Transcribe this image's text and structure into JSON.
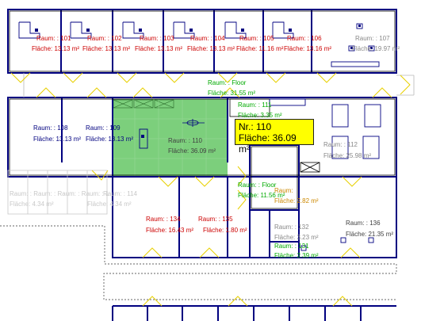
{
  "colors": {
    "wall": "#000080",
    "selected_fill": "#7ccf7c",
    "tooltip_bg": "#ffff00",
    "room_red": "#cc0000",
    "room_blue": "#000080",
    "room_green": "#00aa00",
    "room_orange": "#cc8800",
    "door_yellow": "#e8d000"
  },
  "rooms": {
    "r101": {
      "name": "Raum: : 101",
      "area": "Fläche: 13.13 m²"
    },
    "r102": {
      "name": "Raum: : 102",
      "area": "Fläche: 13.13 m²"
    },
    "r103": {
      "name": "Raum: : 103",
      "area": "Fläche: 13.13 m²"
    },
    "r104": {
      "name": "Raum: : 104",
      "area": "Fläche: 13.13 m²"
    },
    "r105": {
      "name": "Raum: : 105",
      "area": "Fläche: 11.16 m²"
    },
    "r106": {
      "name": "Raum: : 106",
      "area": "Fläche: 13.16 m²"
    },
    "r107": {
      "name": "Raum: : 107",
      "area": "Fläche: 19.97 m²"
    },
    "floor_top": {
      "name": "Raum: : Floor",
      "area": "Fläche: 31.55 m²"
    },
    "r108": {
      "name": "Raum: : 108",
      "area": "Fläche: 13.13 m²"
    },
    "r109": {
      "name": "Raum: : 109",
      "area": "Fläche: 13.13 m²"
    },
    "r110": {
      "name": "Raum: : 110",
      "area": "Fläche: 36.09 m²"
    },
    "r111": {
      "name": "Raum: : 111",
      "area": "Fläche: 3.35 m²"
    },
    "r112": {
      "name": "Raum: : 112",
      "area": "Fläche: 25.98 m²"
    },
    "floor_mid": {
      "name": "Raum: : Floor",
      "area": "Fläche: 11.56 m²"
    },
    "r_small": {
      "name": "Raum:",
      "area": "Fläche: 2.82 m²"
    },
    "r114": {
      "name": "Raum: : 114",
      "area": "Fläche: 4.34 m²"
    },
    "r134": {
      "name": "Raum: : 134",
      "area": "Fläche: 16.43 m²"
    },
    "r135": {
      "name": "Raum: : 135",
      "area": "Fläche: 1.80 m²"
    },
    "r132": {
      "name": "Raum: : 132",
      "area": "Fläche: 3.23 m²"
    },
    "r131": {
      "name": "Raum: : 131",
      "area": "Fläche: 2.39 m²"
    },
    "r136": {
      "name": "Raum: : 136",
      "area": "Fläche: 21.35 m²"
    },
    "ghost": {
      "name": "Raum: : Raum: : Raum: : Raum: : 1",
      "area": "Fläche: 4.34 m²"
    }
  },
  "tooltip": {
    "line1": "Nr.: 110",
    "line2": "Fläche: 36.09 m²"
  }
}
